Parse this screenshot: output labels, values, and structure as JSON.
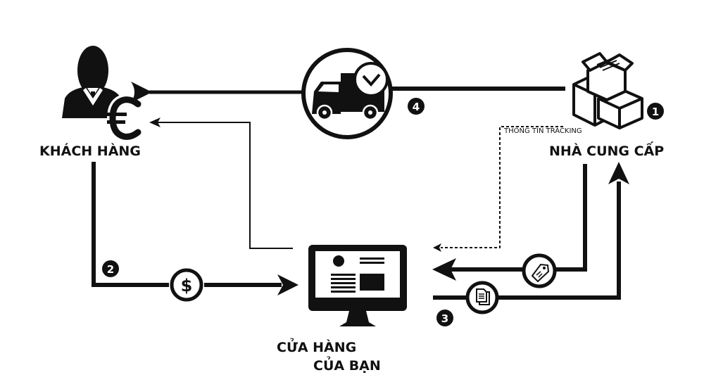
{
  "diagram": {
    "type": "dropshipping-flow",
    "colors": {
      "ink": "#111111",
      "background": "#ffffff"
    },
    "nodes": {
      "customer": {
        "label": "KHÁCH HÀNG",
        "icon": "businessman-euro-icon"
      },
      "store": {
        "label_line1": "CỬA HÀNG",
        "label_line2": "CỦA BẠN",
        "icon": "computer-monitor-icon"
      },
      "supplier": {
        "label": "NHÀ CUNG CẤP",
        "icon": "stacked-boxes-icon"
      },
      "delivery": {
        "icon": "delivery-truck-clock-icon"
      }
    },
    "annotations": {
      "tracking": "THÔNG TIN TRACKING"
    },
    "steps": [
      {
        "number": "1",
        "desc": "supplier"
      },
      {
        "number": "2",
        "desc": "customer pays store"
      },
      {
        "number": "3",
        "desc": "store sends order to supplier"
      },
      {
        "number": "4",
        "desc": "supplier ships to customer"
      }
    ],
    "flow_icons": {
      "payment": "dollar-coin-icon",
      "price_tag": "price-tag-icon",
      "documents": "documents-icon"
    }
  }
}
